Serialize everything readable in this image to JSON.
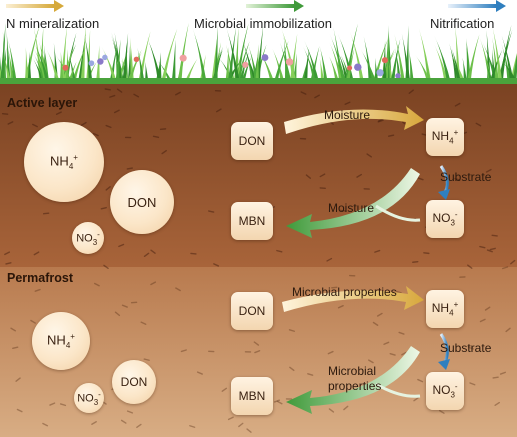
{
  "legend": {
    "n_mineralization": "N mineralization",
    "microbial_immobilization": "Microbial immobilization",
    "nitrification": "Nitrification",
    "colors": {
      "mineralization": "#d6a93a",
      "immobilization": "#3f9a3a",
      "nitrification": "#2f7fbf"
    }
  },
  "active_layer": {
    "title": "Active layer",
    "pools": {
      "nh4": "NH",
      "don": "DON",
      "no3": "NO"
    },
    "boxes": {
      "don": "DON",
      "nh4": "NH",
      "mbn": "MBN",
      "no3": "NO"
    },
    "labels": {
      "mineralization": "Moisture",
      "immobilization": "Moisture",
      "nitrification": "Substrate"
    }
  },
  "permafrost": {
    "title": "Permafrost",
    "pools": {
      "nh4": "NH",
      "don": "DON",
      "no3": "NO"
    },
    "boxes": {
      "don": "DON",
      "nh4": "NH",
      "mbn": "MBN",
      "no3": "NO"
    },
    "labels": {
      "mineralization": "Microbial properties",
      "immobilization_line1": "Microbial",
      "immobilization_line2": "properties",
      "nitrification": "Substrate"
    }
  },
  "subscripts": {
    "nh4_sub": "4",
    "nh4_sup": "+",
    "no3_sub": "3",
    "no3_sup": "-"
  }
}
